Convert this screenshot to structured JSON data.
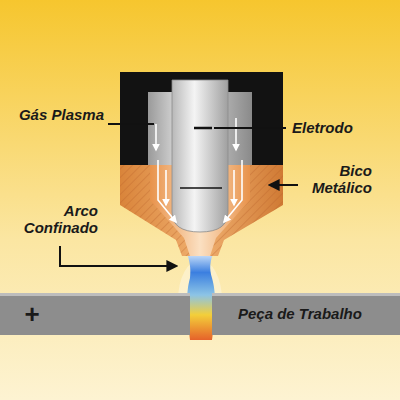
{
  "diagram": {
    "nodes": [
      {
        "text": [
          "+",
          "Peça de Trabalho"
        ]
      }
    ],
    "labels": [
      "Gás Plasma",
      "Eletrodo",
      "Bico Metálico",
      "Arco Confinado"
    ]
  }
}
